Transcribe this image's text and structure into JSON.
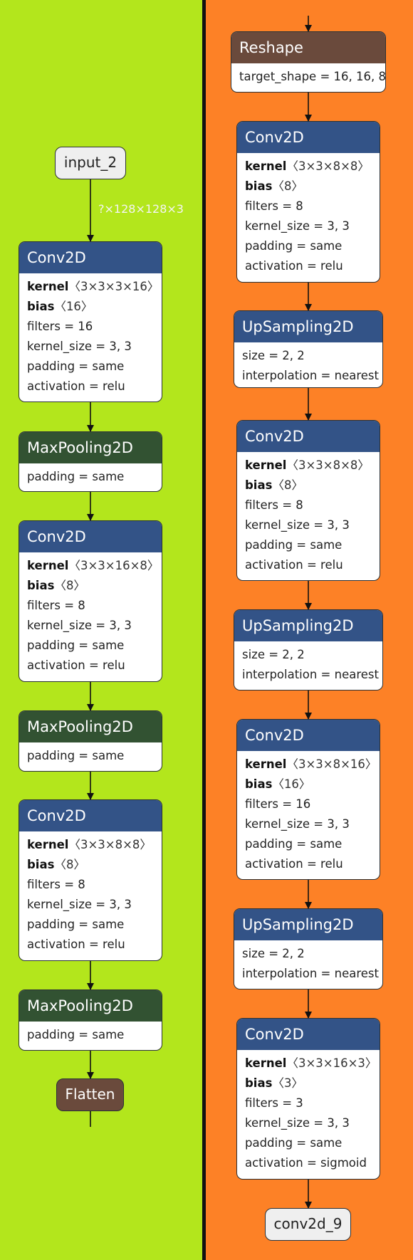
{
  "input_label": "input_2",
  "input_shape": "?×128×128×3",
  "output_label": "conv2d_9",
  "flatten_label": "Flatten",
  "left_nodes": [
    {
      "type": "Conv2D",
      "kind": "conv",
      "kernel": "〈3×3×3×16〉",
      "bias": "〈16〉",
      "rows": [
        "filters = 16",
        "kernel_size = 3, 3",
        "padding = same",
        "activation = relu"
      ]
    },
    {
      "type": "MaxPooling2D",
      "kind": "pool",
      "rows": [
        "padding = same"
      ]
    },
    {
      "type": "Conv2D",
      "kind": "conv",
      "kernel": "〈3×3×16×8〉",
      "bias": "〈8〉",
      "rows": [
        "filters = 8",
        "kernel_size = 3, 3",
        "padding = same",
        "activation = relu"
      ]
    },
    {
      "type": "MaxPooling2D",
      "kind": "pool",
      "rows": [
        "padding = same"
      ]
    },
    {
      "type": "Conv2D",
      "kind": "conv",
      "kernel": "〈3×3×8×8〉",
      "bias": "〈8〉",
      "rows": [
        "filters = 8",
        "kernel_size = 3, 3",
        "padding = same",
        "activation = relu"
      ]
    },
    {
      "type": "MaxPooling2D",
      "kind": "pool",
      "rows": [
        "padding = same"
      ]
    }
  ],
  "right_nodes": [
    {
      "type": "Reshape",
      "kind": "brown",
      "rows": [
        "target_shape = 16, 16, 8"
      ]
    },
    {
      "type": "Conv2D",
      "kind": "conv",
      "kernel": "〈3×3×8×8〉",
      "bias": "〈8〉",
      "rows": [
        "filters = 8",
        "kernel_size = 3, 3",
        "padding = same",
        "activation = relu"
      ]
    },
    {
      "type": "UpSampling2D",
      "kind": "ups",
      "rows": [
        "size = 2, 2",
        "interpolation = nearest"
      ]
    },
    {
      "type": "Conv2D",
      "kind": "conv",
      "kernel": "〈3×3×8×8〉",
      "bias": "〈8〉",
      "rows": [
        "filters = 8",
        "kernel_size = 3, 3",
        "padding = same",
        "activation = relu"
      ]
    },
    {
      "type": "UpSampling2D",
      "kind": "ups",
      "rows": [
        "size = 2, 2",
        "interpolation = nearest"
      ]
    },
    {
      "type": "Conv2D",
      "kind": "conv",
      "kernel": "〈3×3×8×16〉",
      "bias": "〈16〉",
      "rows": [
        "filters = 16",
        "kernel_size = 3, 3",
        "padding = same",
        "activation = relu"
      ]
    },
    {
      "type": "UpSampling2D",
      "kind": "ups",
      "rows": [
        "size = 2, 2",
        "interpolation = nearest"
      ]
    },
    {
      "type": "Conv2D",
      "kind": "conv",
      "kernel": "〈3×3×16×3〉",
      "bias": "〈3〉",
      "rows": [
        "filters = 3",
        "kernel_size = 3, 3",
        "padding = same",
        "activation = sigmoid"
      ]
    }
  ]
}
